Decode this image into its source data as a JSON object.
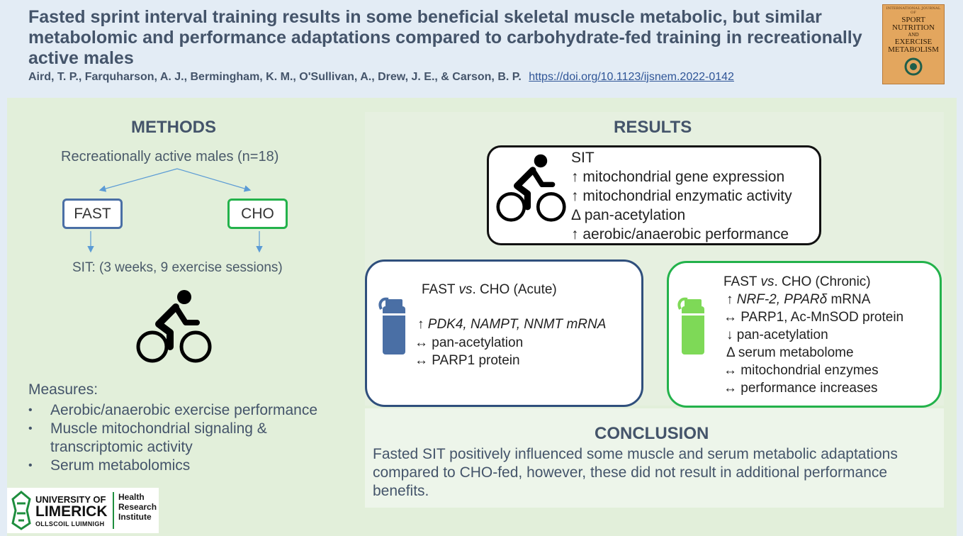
{
  "header": {
    "title": "Fasted sprint interval training results in some beneficial skeletal muscle metabolic, but similar metabolomic and performance adaptations compared to carbohydrate-fed training in recreationally active males",
    "authors": "Aird, T. P., Farquharson, A. J., Bermingham, K. M., O'Sullivan, A., Drew, J. E., & Carson, B. P.",
    "doi": "https://doi.org/10.1123/ijsnem.2022-0142"
  },
  "journal_cover": {
    "top_line": "INTERNATIONAL JOURNAL OF",
    "line1": "SPORT",
    "line2": "NUTRITION",
    "line3": "AND",
    "line4": "EXERCISE",
    "line5": "METABOLISM"
  },
  "methods": {
    "heading": "METHODS",
    "participants": "Recreationally active males (n=18)",
    "group_fast": "FAST",
    "group_cho": "CHO",
    "protocol": "SIT: (3 weeks, 9 exercise sessions)",
    "measures_heading": "Measures:",
    "measures": [
      "Aerobic/anaerobic exercise performance",
      "Muscle mitochondrial signaling &",
      "transcriptomic activity",
      "Serum metabolomics"
    ]
  },
  "results": {
    "heading": "RESULTS",
    "sit": {
      "label": "SIT",
      "lines": [
        "↑ mitochondrial gene expression",
        "↑ mitochondrial enzymatic activity",
        "Δ pan-acetylation",
        "↑ aerobic/anaerobic performance"
      ]
    },
    "acute": {
      "title_a": "FAST ",
      "title_vs": "vs",
      "title_b": ". CHO (Acute)",
      "line1_arrow": "↑ ",
      "line1_genes": "PDK4, NAMPT, NNMT mRNA",
      "line2": "↔ pan-acetylation",
      "line3": "↔ PARP1 protein"
    },
    "chronic": {
      "title_a": "FAST ",
      "title_vs": "vs",
      "title_b": ". CHO (Chronic)",
      "line1_arrow": "↑ ",
      "line1_genes": "NRF-2, PPARδ",
      "line1_tail": " mRNA",
      "line2": "↔ PARP1, Ac-MnSOD protein",
      "line3": "↓ pan-acetylation",
      "line4": "Δ serum metabolome",
      "line5": "↔ mitochondrial enzymes",
      "line6": "↔ performance increases"
    }
  },
  "conclusion": {
    "heading": "CONCLUSION",
    "text": "Fasted SIT positively influenced some muscle and serum metabolic adaptations compared to CHO-fed, however, these did not result in additional performance benefits."
  },
  "logo": {
    "line1": "UNIVERSITY OF",
    "line2": "LIMERICK",
    "line3": "OLLSCOIL LUIMNIGH",
    "institute_1": "Health",
    "institute_2": "Research",
    "institute_3": "Institute"
  },
  "colors": {
    "title": "#44546a",
    "fast_accent": "#4a6fa5",
    "cho_accent": "#23b24b",
    "acute_border": "#2f4f7c",
    "bottle_fast": "#4a6fa5",
    "bottle_cho": "#7ed957"
  },
  "icons": [
    "cyclist-icon",
    "water-bottle-icon",
    "arrow-down-icon"
  ]
}
